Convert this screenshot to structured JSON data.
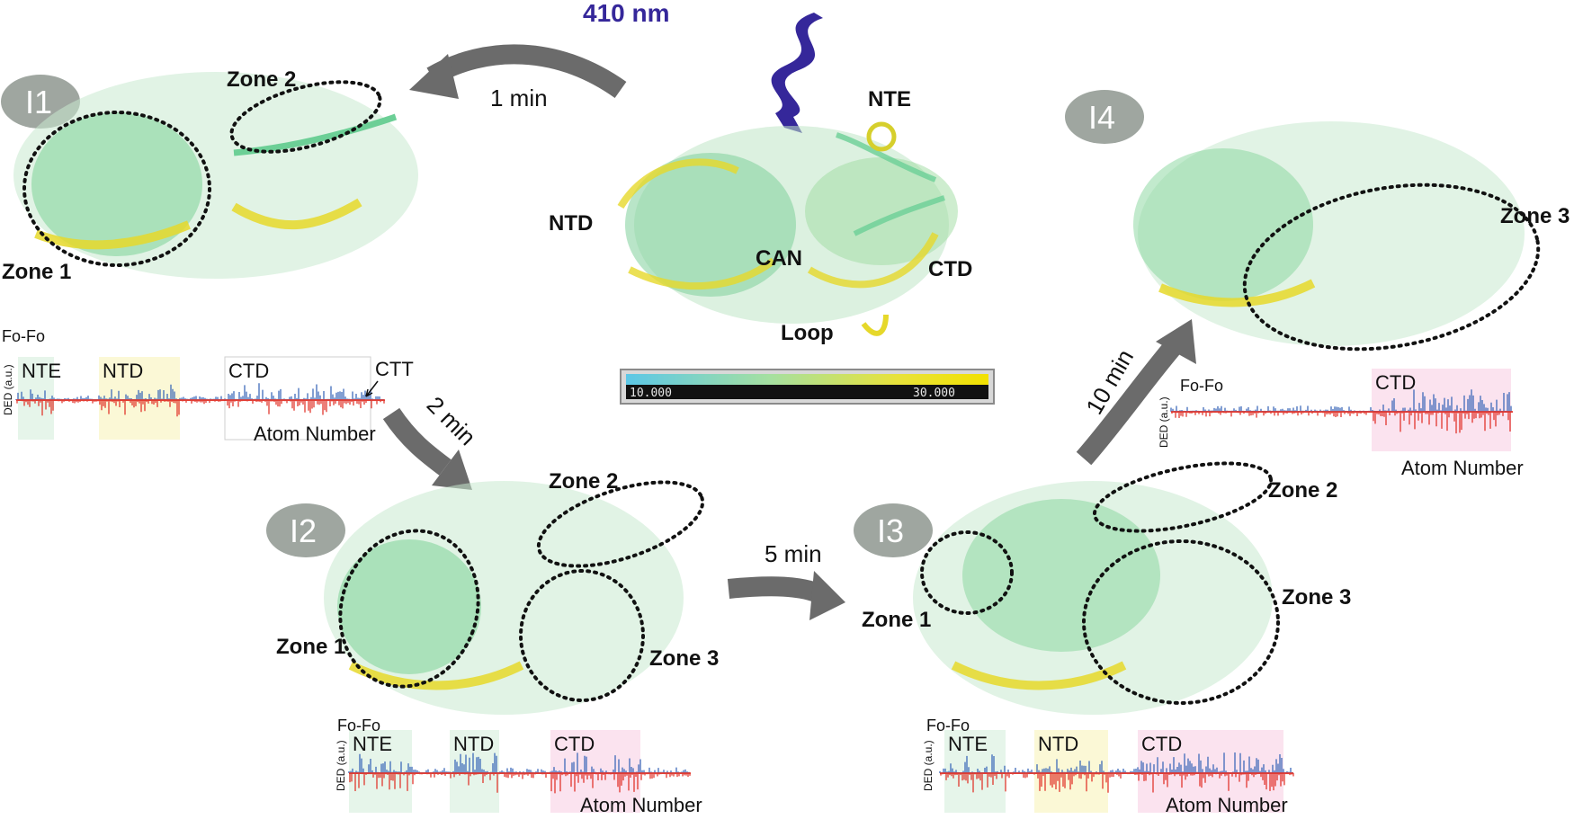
{
  "wavelength": "410 nm",
  "center": {
    "nte": "NTE",
    "ntd": "NTD",
    "can": "CAN",
    "ctd": "CTD",
    "loop": "Loop",
    "colorbar": {
      "min": "10.000",
      "max": "30.000",
      "colors": [
        "#5cc7e6",
        "#a6e0a0",
        "#e8e23a",
        "#f2e100"
      ]
    }
  },
  "arrows": [
    {
      "id": "to-I1",
      "time": "1 min"
    },
    {
      "id": "to-I2",
      "time": "2 min"
    },
    {
      "id": "to-I3",
      "time": "5 min"
    },
    {
      "id": "to-I4",
      "time": "10 min"
    }
  ],
  "panels": {
    "I1": {
      "badge": "I1",
      "zones": [
        "Zone 1",
        "Zone 2"
      ],
      "plot": {
        "title": "Fo-Fo",
        "ylabel": "DED (a.u.)",
        "xlabel": "Atom Number",
        "regions": [
          "NTE",
          "NTD",
          "CTD"
        ],
        "extra": "CTT"
      }
    },
    "I2": {
      "badge": "I2",
      "zones": [
        "Zone 1",
        "Zone 2",
        "Zone 3"
      ],
      "plot": {
        "title": "Fo-Fo",
        "ylabel": "DED (a.u.)",
        "xlabel": "Atom Number",
        "regions": [
          "NTE",
          "NTD",
          "CTD"
        ]
      }
    },
    "I3": {
      "badge": "I3",
      "zones": [
        "Zone 1",
        "Zone 2",
        "Zone 3"
      ],
      "plot": {
        "title": "Fo-Fo",
        "ylabel": "DED (a.u.)",
        "xlabel": "Atom Number",
        "regions": [
          "NTE",
          "NTD",
          "CTD"
        ]
      }
    },
    "I4": {
      "badge": "I4",
      "zones": [
        "Zone 3"
      ],
      "plot": {
        "title": "Fo-Fo",
        "ylabel": "DED (a.u.)",
        "xlabel": "Atom Number",
        "regions": [
          "CTD"
        ]
      }
    }
  },
  "colors": {
    "badge": "#9fa6a0",
    "arrow": "#6b6b6b",
    "wave": "#35279a",
    "positive": "#2f5fb5",
    "negative": "#e0281e",
    "nte_bg": "#e6f5ea",
    "ntd_bg": "#fbf8d6",
    "ctd_bg": "#fbe3ef"
  }
}
